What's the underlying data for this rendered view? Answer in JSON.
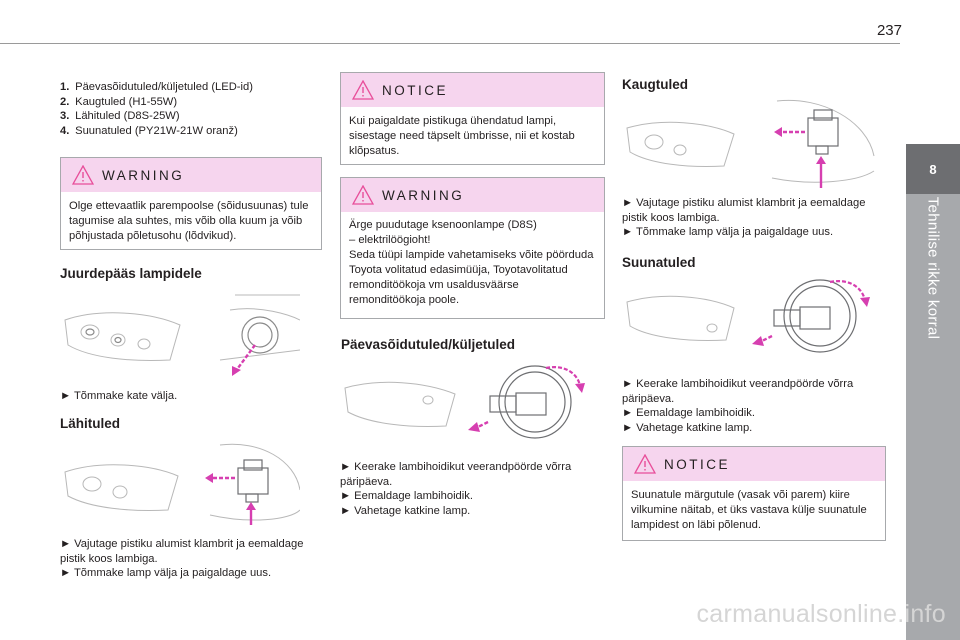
{
  "page_number": "237",
  "chapter": {
    "number": "8",
    "title": "Tehnilise rikke korral"
  },
  "list": [
    {
      "num": "1.",
      "text": "Päevasõidutuled/küljetuled (LED-id)"
    },
    {
      "num": "2.",
      "text": "Kaugtuled (H1-55W)"
    },
    {
      "num": "3.",
      "text": "Lähituled (D8S-25W)"
    },
    {
      "num": "4.",
      "text": "Suunatuled (PY21W-21W oranž)"
    }
  ],
  "warning1": {
    "title": "WARNING",
    "text": "Olge ettevaatlik parempoolse (sõidusuunas) tule tagumise ala suhtes, mis võib olla kuum ja võib põhjustada põletusohu (lõdvikud)."
  },
  "access": {
    "heading": "Juurdepääs lampidele",
    "step": "► Tõmmake kate välja."
  },
  "low_beam": {
    "heading": "Lähituled",
    "step1": "► Vajutage pistiku alumist klambrit ja eemaldage pistik koos lambiga.",
    "step2": "► Tõmmake lamp välja ja paigaldage uus."
  },
  "notice1": {
    "title": "NOTICE",
    "text": "Kui paigaldate pistikuga ühendatud lampi, sisestage need täpselt ümbrisse, nii et kostab klõpsatus."
  },
  "warning2": {
    "title": "WARNING",
    "line1": "Ärge puudutage ksenoonlampe (D8S)",
    "line2": "– elektrilöögioht!",
    "line3": "Seda tüüpi lampide vahetamiseks võite pöörduda Toyota volitatud edasimüüja, Toyotavolitatud remonditöökoja vm usaldusväärse remonditöökoja poole."
  },
  "drl": {
    "heading": "Päevasõidutuled/küljetuled",
    "step1": "► Keerake lambihoidikut veerandpöörde võrra päripäeva.",
    "step2": "► Eemaldage lambihoidik.",
    "step3": "► Vahetage katkine lamp."
  },
  "high_beam": {
    "heading": "Kaugtuled",
    "step1": "► Vajutage pistiku alumist klambrit ja eemaldage pistik koos lambiga.",
    "step2": "► Tõmmake lamp välja ja paigaldage uus."
  },
  "turn": {
    "heading": "Suunatuled",
    "step1": "► Keerake lambihoidikut veerandpöörde võrra päripäeva.",
    "step2": "► Eemaldage lambihoidik.",
    "step3": "► Vahetage katkine lamp."
  },
  "notice2": {
    "title": "NOTICE",
    "text": "Suunatule märgutule (vasak või parem) kiire vilkumine näitab, et üks vastava külje suunatule lampidest on läbi põlenud."
  },
  "watermark": "carmanualsonline.info",
  "colors": {
    "box_header": "#f6d5ee",
    "arrow": "#d63fb0",
    "side_tab": "#a7a9ac",
    "chapter_tab": "#6d6e71"
  }
}
